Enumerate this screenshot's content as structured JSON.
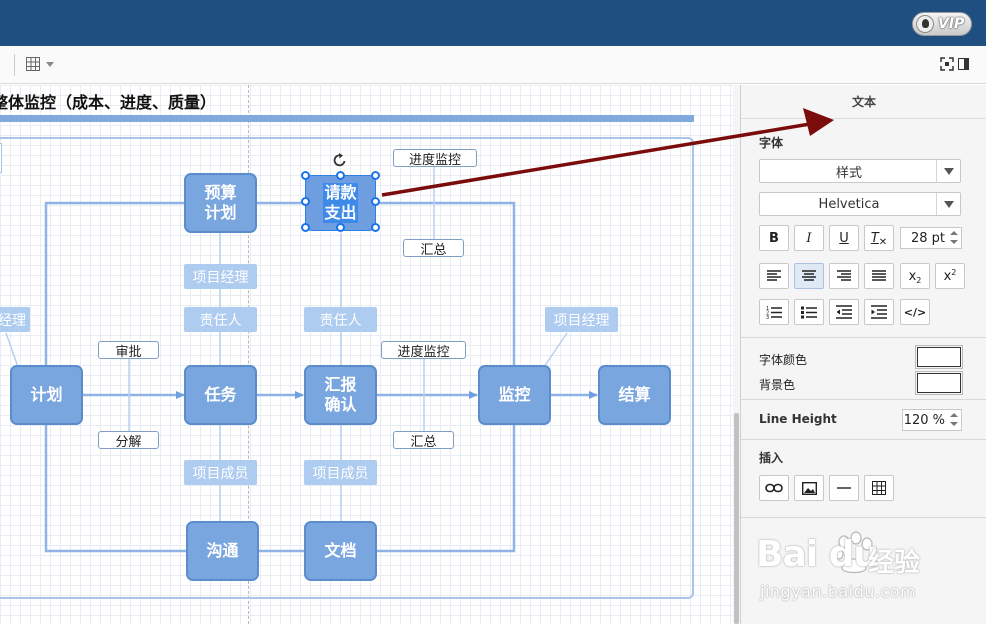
{
  "titlebar": {
    "vip_label": "VIP"
  },
  "canvas": {
    "title": "整体监控（成本、进度、质量）",
    "nodes": {
      "budget_plan": "预算\n计划",
      "request_payment": "请款\n支出",
      "plan": "计划",
      "task": "任务",
      "report_confirm": "汇报\n确认",
      "monitor": "监控",
      "settle": "结算",
      "communicate": "沟通",
      "document": "文档"
    },
    "tags": {
      "pm_top": "项目经理",
      "owner_left": "责任人",
      "owner_right": "责任人",
      "pm_left": "经理",
      "pm_right": "项目经理",
      "member_left": "项目成员",
      "member_right": "项目成员"
    },
    "labels": {
      "progress_top": "进度监控",
      "summary_top": "汇总",
      "approve": "审批",
      "decompose": "分解",
      "progress_mid": "进度监控",
      "summary_mid": "汇总"
    }
  },
  "panel": {
    "header": "文本",
    "font_section": "字体",
    "style_value": "样式",
    "font_value": "Helvetica",
    "font_size": "28 pt",
    "buttons": {
      "bold": "B",
      "italic": "I",
      "underline": "U",
      "clear_format": "T",
      "subscript": "x",
      "superscript": "x",
      "html": "</>"
    },
    "font_color_label": "字体颜色",
    "bg_color_label": "背景色",
    "line_height_label": "Line Height",
    "line_height_value": "120 %",
    "insert_label": "插入"
  },
  "watermark": {
    "brand": "Bai du",
    "cn": "经验",
    "url": "jingyan.baidu.com"
  },
  "colors": {
    "titlebar": "#1f4e80",
    "node": "#7aa6e0",
    "node_border": "#5b8ccc",
    "tag": "#aecbf0",
    "arrow": "#7a0c0c",
    "selection": "#1a73e8"
  }
}
